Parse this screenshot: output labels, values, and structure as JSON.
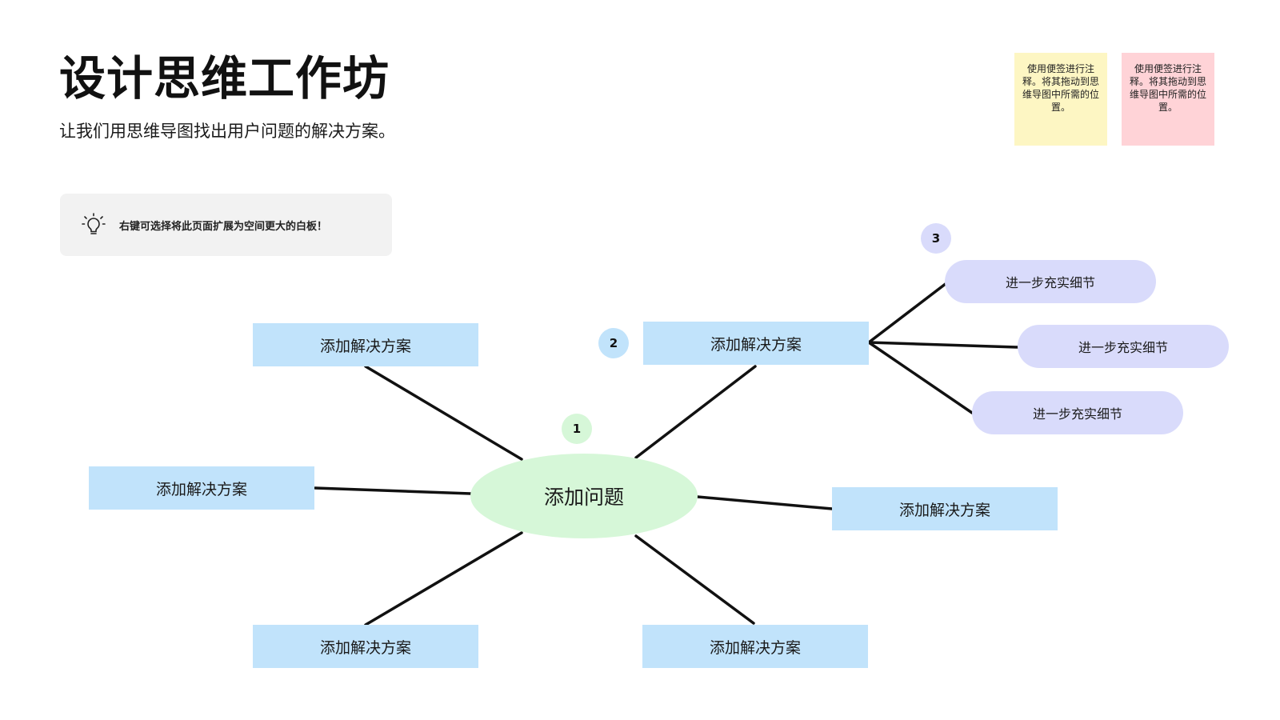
{
  "header": {
    "title": "设计思维工作坊",
    "subtitle": "让我们用思维导图找出用户问题的解决方案。"
  },
  "sticky_notes": [
    {
      "text": "使用便签进行注释。将其拖动到思维导图中所需的位置。",
      "color": "#fdf6c3"
    },
    {
      "text": "使用便签进行注释。将其拖动到思维导图中所需的位置。",
      "color": "#ffd3d7"
    }
  ],
  "tip": {
    "icon": "lightbulb-icon",
    "text": "右键可选择将此页面扩展为空间更大的白板！"
  },
  "mindmap": {
    "center": {
      "label": "添加问题",
      "badge": "1"
    },
    "solutions": [
      {
        "label": "添加解决方案"
      },
      {
        "label": "添加解决方案",
        "badge": "2"
      },
      {
        "label": "添加解决方案"
      },
      {
        "label": "添加解决方案"
      },
      {
        "label": "添加解决方案"
      },
      {
        "label": "添加解决方案"
      }
    ],
    "details_badge": "3",
    "details": [
      {
        "label": "进一步充实细节"
      },
      {
        "label": "进一步充实细节"
      },
      {
        "label": "进一步充实细节"
      }
    ]
  },
  "colors": {
    "center": "#d6f7d8",
    "solution": "#c1e3fb",
    "detail": "#d9dbfb",
    "connector": "#111111"
  }
}
